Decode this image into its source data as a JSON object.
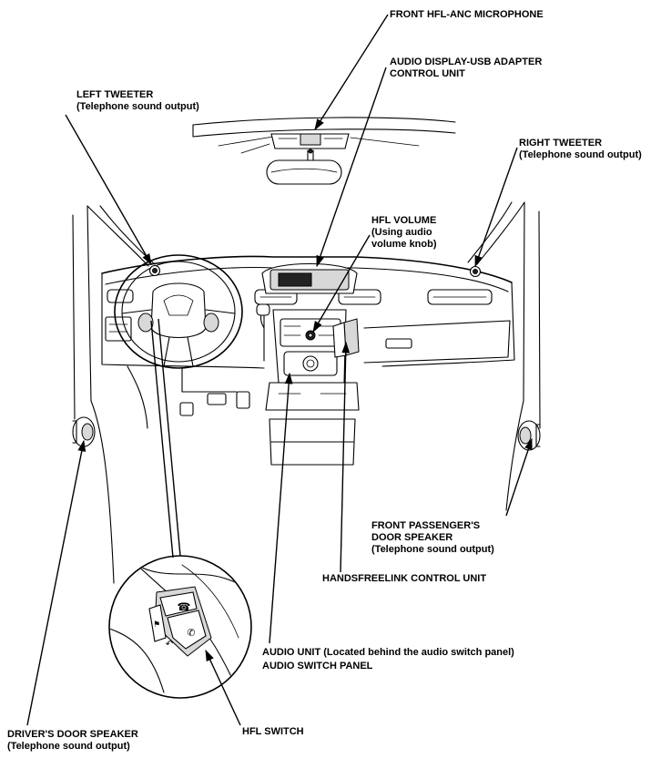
{
  "labels": {
    "front_microphone": "FRONT HFL-ANC MICROPHONE",
    "audio_display_line1": "AUDIO DISPLAY-USB ADAPTER",
    "audio_display_line2": "CONTROL UNIT",
    "left_tweeter_line1": "LEFT TWEETER",
    "left_tweeter_line2": "(Telephone sound output)",
    "right_tweeter_line1": "RIGHT TWEETER",
    "right_tweeter_line2": "(Telephone sound output)",
    "hfl_volume_line1": "HFL VOLUME",
    "hfl_volume_line2": "(Using audio",
    "hfl_volume_line3": "volume knob)",
    "passenger_speaker_line1": "FRONT PASSENGER'S",
    "passenger_speaker_line2": "DOOR SPEAKER",
    "passenger_speaker_line3": "(Telephone sound output)",
    "handsfreelink_unit": "HANDSFREELINK CONTROL UNIT",
    "audio_unit": "AUDIO UNIT (Located behind the audio switch panel)",
    "audio_switch_panel": "AUDIO SWITCH PANEL",
    "driver_speaker_line1": "DRIVER'S DOOR SPEAKER",
    "driver_speaker_line2": "(Telephone sound output)",
    "hfl_switch": "HFL SWITCH"
  },
  "icons": {
    "pick_up": "phone-pickup-icon",
    "hang_up": "phone-hangup-icon",
    "talk": "voice-talk-icon",
    "back": "back-icon"
  }
}
